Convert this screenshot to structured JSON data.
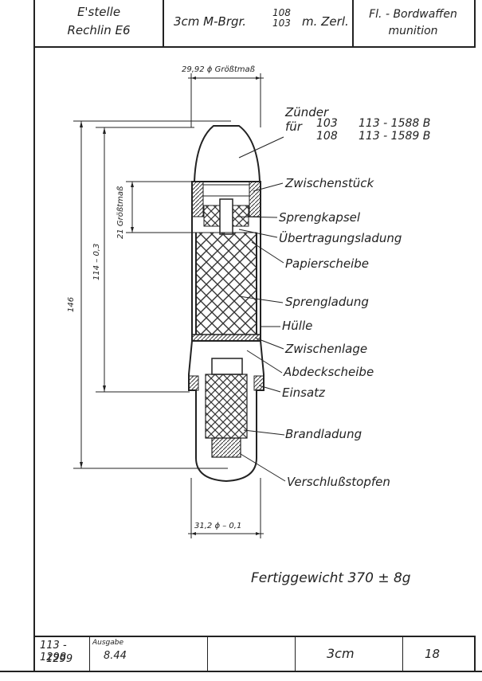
{
  "header": {
    "cell1_line1": "E'stelle",
    "cell1_line2": "Rechlin E6",
    "cell2_main": "3cm M-Brgr.",
    "cell2_num_top": "108",
    "cell2_num_bottom": "103",
    "cell2_tail": "m. Zerl.",
    "cell3_line1": "Fl. - Bordwaffen",
    "cell3_line2": "munition"
  },
  "drawing": {
    "dim_top": "29,92 ϕ Größtmaß",
    "dim_bottom": "31,2 ϕ – 0,1",
    "dim_total": "146",
    "dim_body": "114 – 0,3",
    "dim_small": "21 Größtmaß",
    "fuze_label": "Zünder",
    "fuze_for": "für",
    "fuze_line1_a": "103",
    "fuze_line1_b": "113 - 1588 B",
    "fuze_line2_a": "108",
    "fuze_line2_b": "113 - 1589 B",
    "labels": [
      "Zwischenstück",
      "Sprengkapsel",
      "Übertragungsladung",
      "Papierscheibe",
      "Sprengladung",
      "Hülle",
      "Zwischenlage",
      "Abdeckscheibe",
      "Einsatz",
      "Brandladung",
      "Verschlußstopfen"
    ],
    "weight": "Fertiggewicht 370 ± 8g"
  },
  "footer": {
    "nr_top": "113 - 1298",
    "nr_bottom": "1299",
    "ausgabe_label": "Ausgabe",
    "ausgabe_value": "8.44",
    "caliber": "3cm",
    "page": "18"
  }
}
